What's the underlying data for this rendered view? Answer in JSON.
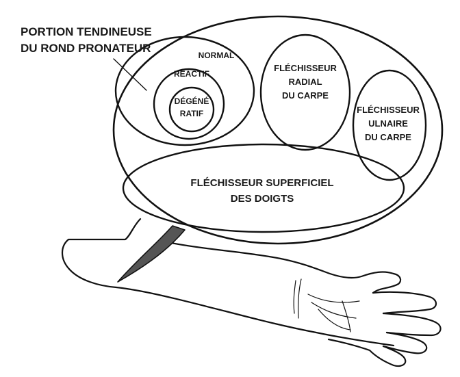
{
  "labels": {
    "pronator_title_line1": "PORTION TENDINEUSE",
    "pronator_title_line2": "DU ROND PRONATEUR",
    "normal": "NORMAL",
    "reactive": "RÉACTIF",
    "degenerative_line1": "DÉGÉNÉ",
    "degenerative_line2": "RATIF",
    "fcr_line1": "FLÉCHISSEUR",
    "fcr_line2": "RADIAL",
    "fcr_line3": "DU CARPE",
    "fcu_line1": "FLÉCHISSEUR",
    "fcu_line2": "ULNAIRE",
    "fcu_line3": "DU CARPE",
    "fds_line1": "FLÉCHISSEUR SUPERFICIEL",
    "fds_line2": "DES DOIGTS"
  },
  "colors": {
    "outline": "#111111",
    "pointer_fill": "#555555",
    "background": "#ffffff"
  }
}
